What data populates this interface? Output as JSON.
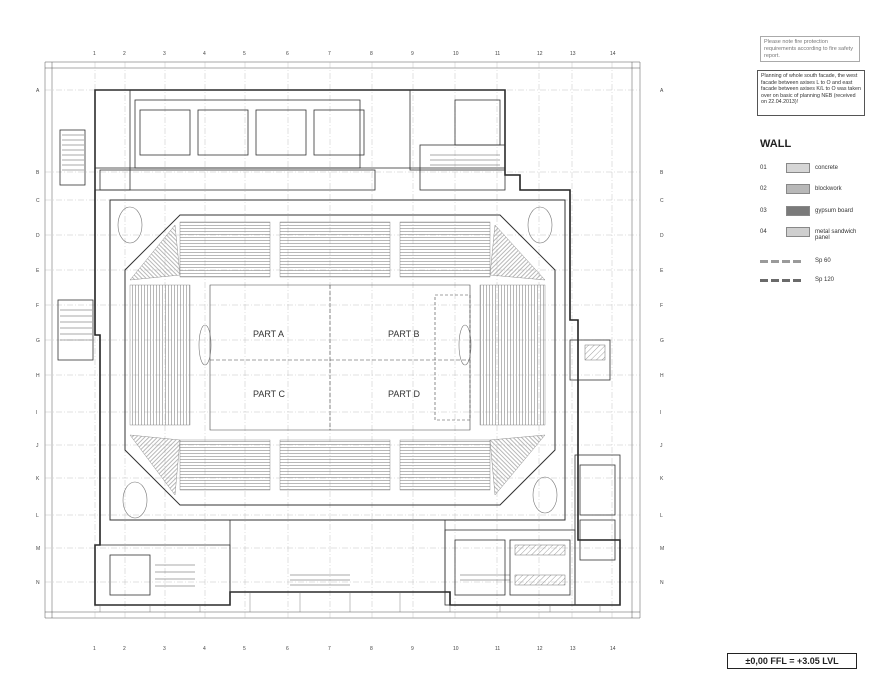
{
  "notes": {
    "fire": "Please note fire protection requirements according to fire safety report.",
    "facade": "Planning of whole south facade, the west facade between axises L to O and east facade between axises K/L to O was taken over on basic of planning NEB (received on 22.04.2013)!"
  },
  "legend": {
    "title": "WALL",
    "items": [
      {
        "code": "01",
        "label": "concrete",
        "color": "#d6d6d6"
      },
      {
        "code": "02",
        "label": "blockwork",
        "color": "#b8b8b8"
      },
      {
        "code": "03",
        "label": "gypsum board",
        "color": "#7a7a7a"
      },
      {
        "code": "04",
        "label": "metal sandwich panel",
        "color": "#cfcfcf"
      }
    ],
    "fire_ratings": [
      {
        "label": "Sp 60",
        "color": "#9a9a9a"
      },
      {
        "label": "Sp 120",
        "color": "#6a6a6a"
      }
    ]
  },
  "plan": {
    "parts": [
      "PART A",
      "PART B",
      "PART C",
      "PART D"
    ]
  },
  "grid": {
    "numbers": [
      "1",
      "2",
      "3",
      "4",
      "5",
      "6",
      "7",
      "8",
      "9",
      "10",
      "11",
      "12",
      "13",
      "14"
    ],
    "letters": [
      "A",
      "B",
      "C",
      "D",
      "E",
      "F",
      "G",
      "H",
      "I",
      "J",
      "K",
      "L",
      "M",
      "N"
    ]
  },
  "level": "±0,00 FFL = +3.05 LVL"
}
